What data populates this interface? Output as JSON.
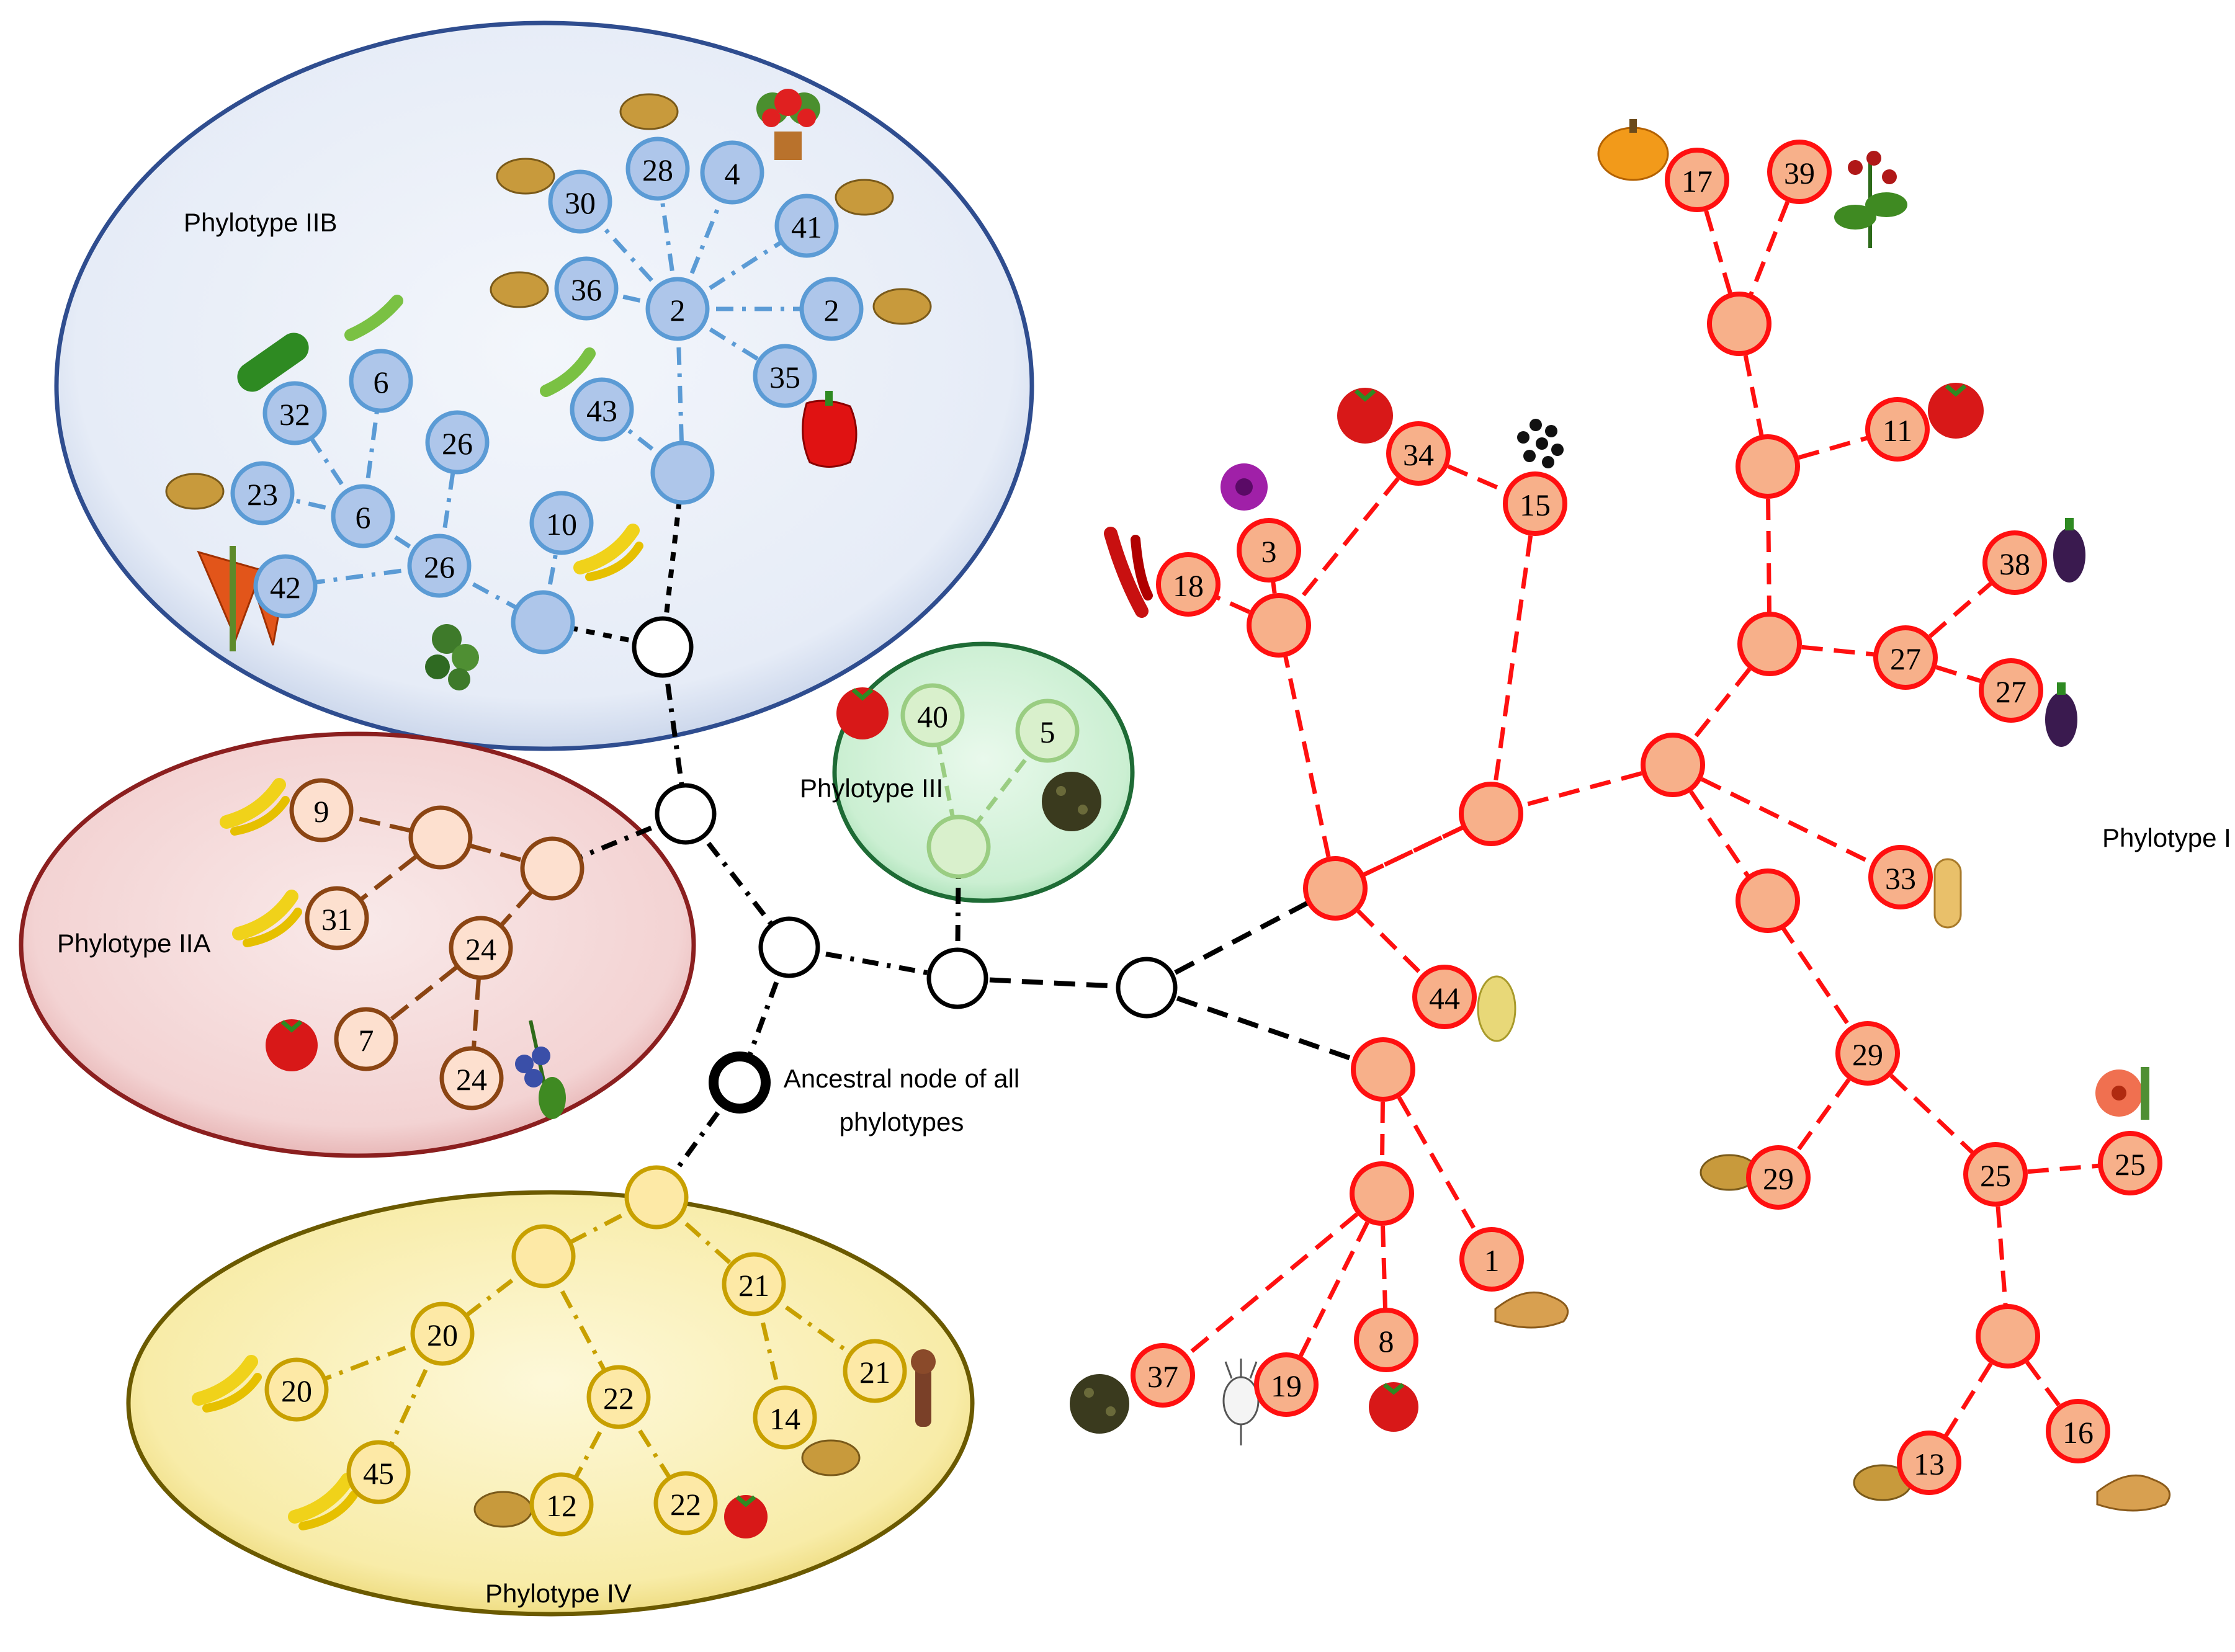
{
  "labels": {
    "phylotype_IIB": "Phylotype IIB",
    "phylotype_IIA": "Phylotype IIA",
    "phylotype_III": "Phylotype III",
    "phylotype_IV": "Phylotype IV",
    "phylotype_I": "Phylotype I",
    "ancestral_line1": "Ancestral node of all",
    "ancestral_line2": "phylotypes"
  },
  "colors": {
    "IIB_stroke": "#5b9bd5",
    "IIB_fill": "#aec6ea",
    "IIB_bg": "#e8eef8",
    "IIA_stroke": "#8b4513",
    "IIA_fill": "#fde0cf",
    "IIA_bg": "#f6dede",
    "III_stroke": "#9acd82",
    "III_fill": "#d9f0cc",
    "III_bg": "#d6f3dc",
    "IV_stroke": "#c8a000",
    "IV_fill": "#fde9a6",
    "IV_bg": "#fbf1b8",
    "I_stroke": "#ff1010",
    "I_fill": "#f7b08a",
    "backbone": "#000000"
  },
  "nodes": {
    "IIB": [
      {
        "label": "28"
      },
      {
        "label": "4"
      },
      {
        "label": "30"
      },
      {
        "label": "41"
      },
      {
        "label": "36"
      },
      {
        "label": "2"
      },
      {
        "label": "2"
      },
      {
        "label": "35"
      },
      {
        "label": "6"
      },
      {
        "label": "32"
      },
      {
        "label": "26"
      },
      {
        "label": "43"
      },
      {
        "label": "23"
      },
      {
        "label": "6"
      },
      {
        "label": "10"
      },
      {
        "label": "26"
      },
      {
        "label": "42"
      },
      {
        "label": ""
      },
      {
        "label": ""
      }
    ],
    "IIA": [
      {
        "label": "9"
      },
      {
        "label": "31"
      },
      {
        "label": "24"
      },
      {
        "label": "7"
      },
      {
        "label": "24"
      },
      {
        "label": ""
      },
      {
        "label": ""
      }
    ],
    "III": [
      {
        "label": "40"
      },
      {
        "label": "5"
      },
      {
        "label": ""
      }
    ],
    "IV": [
      {
        "label": ""
      },
      {
        "label": ""
      },
      {
        "label": "20"
      },
      {
        "label": "21"
      },
      {
        "label": "21"
      },
      {
        "label": "20"
      },
      {
        "label": "22"
      },
      {
        "label": "14"
      },
      {
        "label": "45"
      },
      {
        "label": "12"
      },
      {
        "label": "22"
      }
    ],
    "I": [
      {
        "label": "17"
      },
      {
        "label": "39"
      },
      {
        "label": ""
      },
      {
        "label": "11"
      },
      {
        "label": ""
      },
      {
        "label": "34"
      },
      {
        "label": "15"
      },
      {
        "label": "3"
      },
      {
        "label": "18"
      },
      {
        "label": "38"
      },
      {
        "label": ""
      },
      {
        "label": "27"
      },
      {
        "label": "27"
      },
      {
        "label": ""
      },
      {
        "label": ""
      },
      {
        "label": ""
      },
      {
        "label": ""
      },
      {
        "label": "33"
      },
      {
        "label": "44"
      },
      {
        "label": ""
      },
      {
        "label": "29"
      },
      {
        "label": ""
      },
      {
        "label": ""
      },
      {
        "label": "1"
      },
      {
        "label": "29"
      },
      {
        "label": "25"
      },
      {
        "label": "25"
      },
      {
        "label": "8"
      },
      {
        "label": "37"
      },
      {
        "label": "19"
      },
      {
        "label": ""
      },
      {
        "label": "16"
      },
      {
        "label": "13"
      }
    ]
  },
  "icons": [
    "potato-icon",
    "geranium-icon",
    "pumpkin-icon",
    "tobacco-flower-icon",
    "cucumber-icon",
    "green-bean-icon",
    "pepper-icon",
    "banana-icon",
    "heliconia-icon",
    "herb-icon",
    "tomato-icon",
    "chili-icon",
    "purple-flower-icon",
    "seeds-icon",
    "eggplant-icon",
    "soil-icon",
    "blueberry-icon",
    "peanut-icon",
    "gourd-icon",
    "ginger-icon",
    "radish-icon",
    "clove-icon",
    "hibiscus-icon"
  ]
}
